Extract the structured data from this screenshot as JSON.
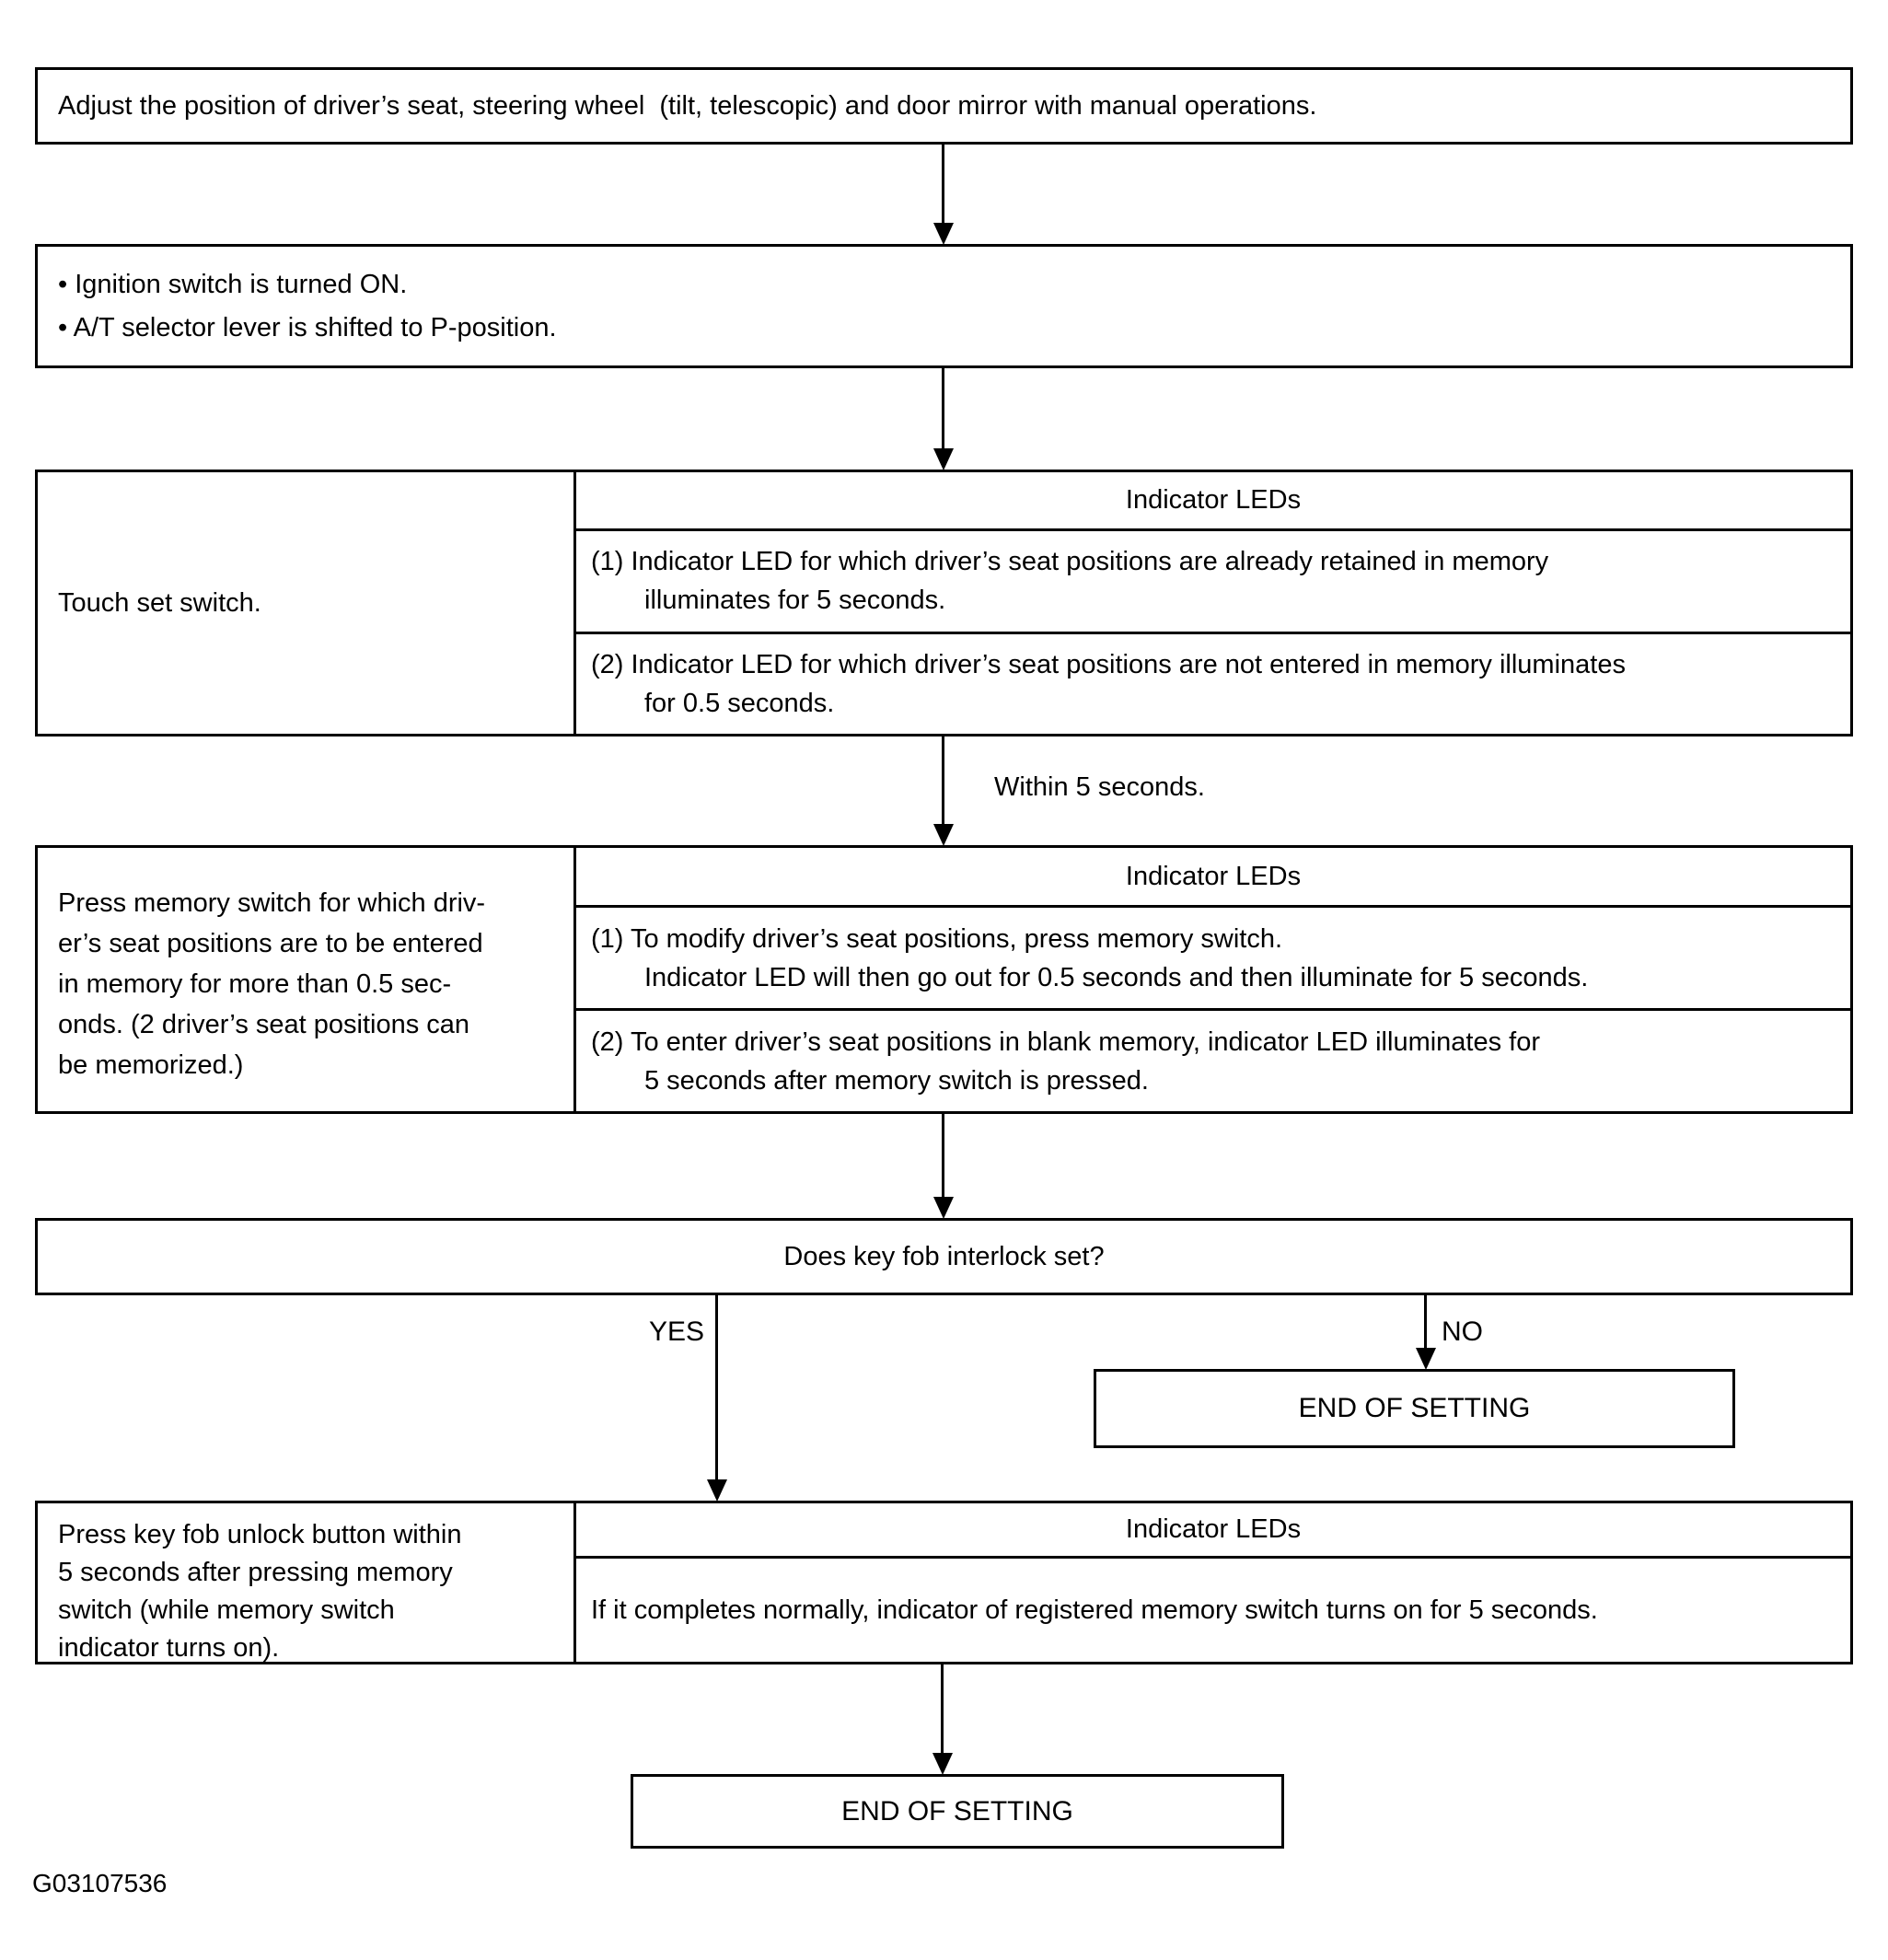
{
  "figure_label": "G03107536",
  "colors": {
    "ink": "#000000",
    "paper": "#ffffff"
  },
  "flow": {
    "step_manual_adjust": {
      "text": "Adjust the position of driver’s seat, steering wheel  (tilt, telescopic) and door mirror with manual operations."
    },
    "step_preconditions": {
      "bullet1": "• Ignition switch is turned ON.",
      "bullet2": "• A/T selector lever is shifted to P-position."
    },
    "step_touch_set_switch": {
      "action": "Touch set switch.",
      "led_header": "Indicator LEDs",
      "item1_line1": "(1) Indicator LED for which driver’s seat positions are already retained in memory",
      "item1_line2": "illuminates for 5 seconds.",
      "item2_line1": "(2) Indicator LED for which driver’s seat positions are not entered in memory illuminates",
      "item2_line2": "for 0.5 seconds."
    },
    "within_label": "Within 5 seconds.",
    "step_press_memory_switch": {
      "action_line1": "Press memory switch for which driv-",
      "action_line2": "er’s seat positions are to be entered",
      "action_line3": "in memory for more than 0.5 sec-",
      "action_line4": "onds. (2 driver’s seat positions can",
      "action_line5": "be memorized.)",
      "led_header": "Indicator LEDs",
      "item1_line1": "(1) To modify driver’s seat positions, press memory switch.",
      "item1_line2": "Indicator LED will then go out for 0.5 seconds and then illuminate for 5 seconds.",
      "item2_line1": "(2) To enter driver’s seat positions in blank memory, indicator LED illuminates for",
      "item2_line2": "5 seconds after memory switch is pressed."
    },
    "decision_key_fob": {
      "question": "Does key fob interlock set?",
      "yes_label": "YES",
      "no_label": "NO"
    },
    "end_of_setting_no": "END OF SETTING",
    "step_press_key_fob": {
      "action_line1": "Press key fob unlock button within",
      "action_line2": "5 seconds after pressing memory",
      "action_line3": "switch (while memory switch",
      "action_line4": "indicator turns on).",
      "led_header": "Indicator LEDs",
      "result": "If it completes normally, indicator of registered memory switch turns on for 5 seconds."
    },
    "end_of_setting_final": "END OF SETTING"
  }
}
